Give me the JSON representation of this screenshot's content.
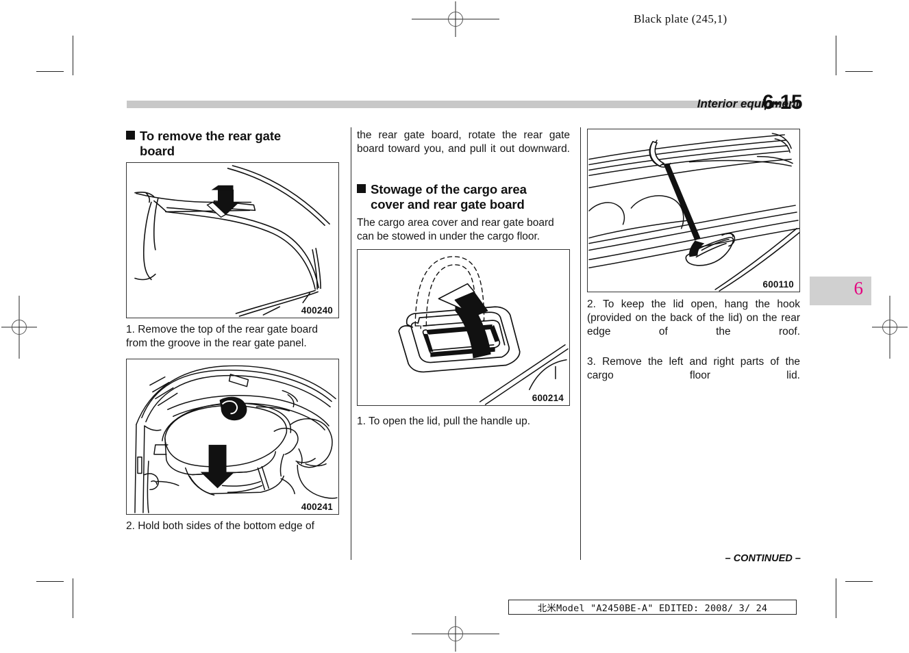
{
  "page": {
    "black_plate": "Black plate (245,1)",
    "running_head": "Interior equipment",
    "page_number": "6-15",
    "thumb_tab": "6",
    "continued": "– CONTINUED –",
    "footer_slug": "北米Model \"A2450BE-A\"  EDITED:  2008/ 3/ 24",
    "accent_color": "#e4007f",
    "band_color": "#c8c8c8"
  },
  "columns": {
    "left": {
      "heading_line1": "To remove the rear gate",
      "heading_line2": "board",
      "figure1": {
        "number": "400240",
        "alt": "rear gate board top being pressed out of groove"
      },
      "step1": "1.   Remove the top of the rear gate board from the groove in the rear gate panel.",
      "figure2": {
        "number": "400241",
        "alt": "person holding both sides of rear gate board bottom edge"
      },
      "step2": "2.   Hold both sides of the bottom edge of"
    },
    "middle": {
      "continuation": "the rear gate board, rotate the rear gate board toward you, and pull it out downward.",
      "heading_line1": "Stowage of the cargo area",
      "heading_line2": "cover and rear gate board",
      "intro": "The cargo area cover and rear gate board can be stowed in under the cargo floor.",
      "figure1": {
        "number": "600214",
        "alt": "cargo floor lid handle being pulled up"
      },
      "step1": "1.   To open the lid, pull the handle up."
    },
    "right": {
      "figure1": {
        "number": "600110",
        "alt": "hook on back of lid hung on rear edge of roof"
      },
      "step2": "2.   To keep the lid open, hang the hook (provided on the back of the lid) on the rear edge of the roof.",
      "step3": "3.   Remove the left and right parts of the cargo floor lid."
    }
  }
}
